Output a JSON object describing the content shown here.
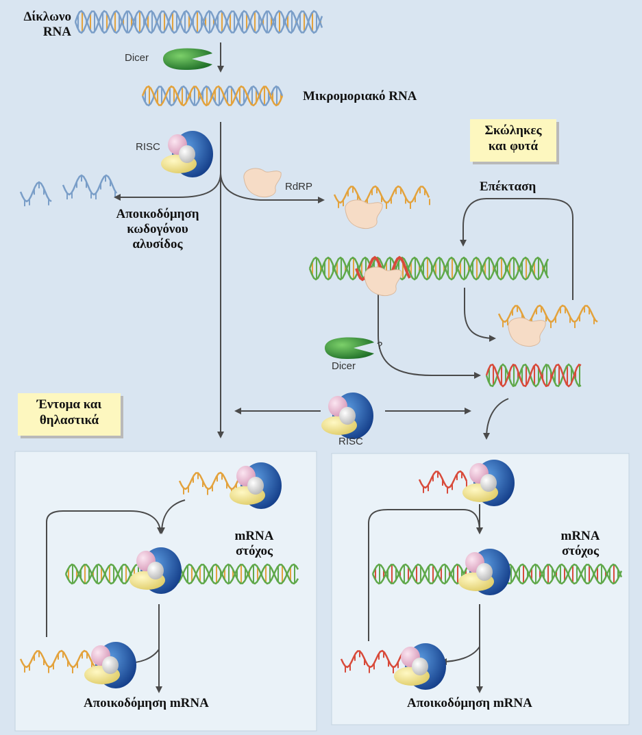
{
  "labels": {
    "dsrna": "Δίκλωνο RNA",
    "dsrna_line1": "Δίκλωνο",
    "dsrna_line2": "RNA",
    "dicer_top": "Dicer",
    "sirna": "Μικρομοριακό RNA",
    "risc_top": "RISC",
    "rdrp": "RdRP",
    "passenger_line1": "Αποικοδόμηση",
    "passenger_line2": "κωδογόνου",
    "passenger_line3": "αλυσίδος",
    "extension": "Επέκταση",
    "dicer_mid": "Dicer",
    "dicer_question": "?",
    "risc_mid": "RISC",
    "target_left_line1": "mRNA",
    "target_left_line2": "στόχος",
    "target_right_line1": "mRNA",
    "target_right_line2": "στόχος",
    "degradation_left": "Αποικοδόμηση mRNA",
    "degradation_right": "Αποικοδόμηση mRNA"
  },
  "notes": {
    "worms_plants_line1": "Σκώληκες",
    "worms_plants_line2": "και φυτά",
    "insects_mammals_line1": "Έντομα και",
    "insects_mammals_line2": "θηλαστικά"
  },
  "colors": {
    "background": "#d9e5f1",
    "panel": "#eaf2f8",
    "note": "#fdf7bf",
    "arrow": "#4a4a4a",
    "dicer": "#3f9a3c",
    "rdrp": "#f6dcc6",
    "risc_blue": "#1f5fb0",
    "risc_pink": "#e9b9d3",
    "risc_grey": "#dcdcdc",
    "risc_yellow": "#f3e58c",
    "strand_blue": "#7a9ec8",
    "strand_orange": "#e3a23c",
    "strand_green": "#5fa84a",
    "strand_red": "#d84a3a"
  }
}
